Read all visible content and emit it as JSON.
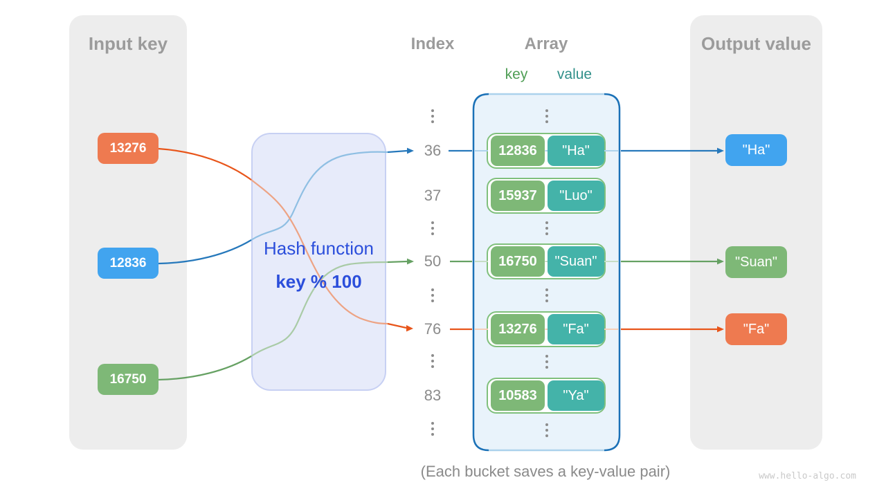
{
  "panels": {
    "input": {
      "title": "Input key",
      "items": [
        {
          "label": "13276",
          "color": "#ee7a50"
        },
        {
          "label": "12836",
          "color": "#41a4ef"
        },
        {
          "label": "16750",
          "color": "#7eb877"
        }
      ]
    },
    "output": {
      "title": "Output value",
      "items": [
        {
          "label": "\"Ha\"",
          "color": "#41a4ef"
        },
        {
          "label": "\"Suan\"",
          "color": "#7eb877"
        },
        {
          "label": "\"Fa\"",
          "color": "#ee7a50"
        }
      ]
    }
  },
  "hash_box": {
    "line1": "Hash function",
    "line2": "key % 100"
  },
  "columns": {
    "index_header": "Index",
    "array_header": "Array",
    "key_header": "key",
    "value_header": "value"
  },
  "buckets": [
    {
      "index": "36",
      "key": "12836",
      "value": "\"Ha\""
    },
    {
      "index": "37",
      "key": "15937",
      "value": "\"Luo\""
    },
    {
      "index": "50",
      "key": "16750",
      "value": "\"Suan\""
    },
    {
      "index": "76",
      "key": "13276",
      "value": "\"Fa\""
    },
    {
      "index": "83",
      "key": "10583",
      "value": "\"Ya\""
    }
  ],
  "caption": "(Each bucket saves a key-value pair)",
  "watermark": "www.hello-algo.com",
  "colors": {
    "chip_orange": "#ee7a50",
    "chip_blue": "#41a4ef",
    "chip_green": "#7eb877",
    "chip_teal": "#44b3a9",
    "arrow_blue": "#2678bb",
    "arrow_green": "#66a163",
    "arrow_orange": "#e8551a",
    "hash_text": "#2b4edb",
    "panel_bg": "#ededed",
    "array_bg": "#e9f3fb",
    "array_border_dark": "#1b71b7",
    "array_border_light": "#abd2ec",
    "bucket_border": "#80c07c"
  }
}
